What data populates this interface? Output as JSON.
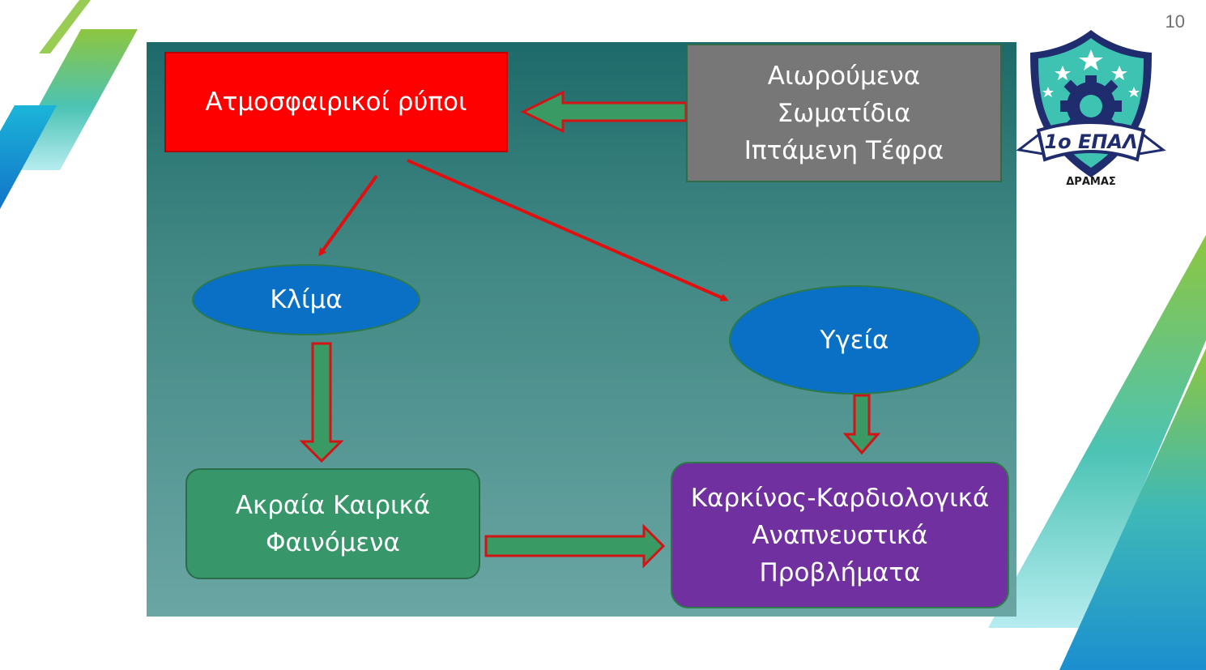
{
  "slide": {
    "page_number": "10"
  },
  "diagram": {
    "nodes": {
      "atmospheric_pollutants": "Ατμοσφαιρικοί ρύποι",
      "suspended_particles": "Αιωρούμενα\nΣωματίδια\nΙπτάμενη Τέφρα",
      "climate": "Κλίμα",
      "health": "Υγεία",
      "extreme_weather": "Ακραία Καιρικά\nΦαινόμενα",
      "diseases": "Καρκίνος-Καρδιολογικά\nΑναπνευστικά\nΠροβλήματα"
    },
    "edges": [
      {
        "from": "suspended_particles",
        "to": "atmospheric_pollutants",
        "style": "block-arrow"
      },
      {
        "from": "atmospheric_pollutants",
        "to": "climate",
        "style": "line-arrow"
      },
      {
        "from": "atmospheric_pollutants",
        "to": "health",
        "style": "line-arrow"
      },
      {
        "from": "climate",
        "to": "extreme_weather",
        "style": "block-arrow"
      },
      {
        "from": "health",
        "to": "diseases",
        "style": "block-arrow"
      },
      {
        "from": "extreme_weather",
        "to": "diseases",
        "style": "block-arrow"
      }
    ],
    "colors": {
      "pollutants_box": "#ff0000",
      "particles_box": "#777777",
      "ellipse_fill": "#0a70c6",
      "weather_box": "#37976a",
      "diseases_box": "#7030a0",
      "arrow_fill": "#3a9a63",
      "arrow_outline": "#d21414"
    }
  },
  "logo": {
    "badge_text": "1ο ΕΠΑΛ",
    "subtitle": "ΔΡΑΜΑΣ",
    "icon": "gear-with-stars-shield"
  }
}
